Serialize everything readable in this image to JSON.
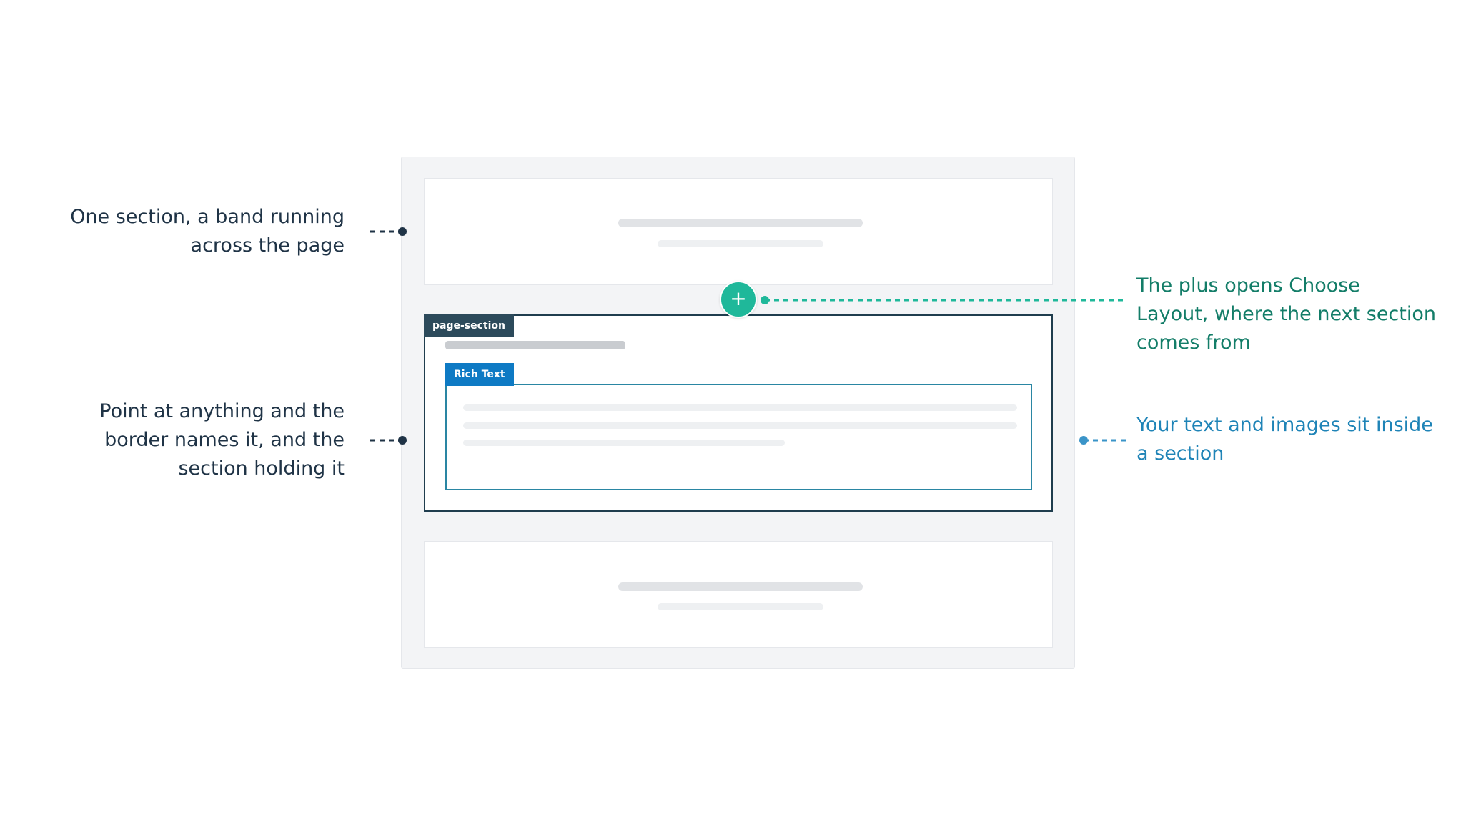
{
  "canvas": {
    "section_tag": "page-section",
    "rich_text_tag": "Rich Text",
    "add_button": "+"
  },
  "callouts": {
    "section": "One section, a band running across the page",
    "hover": "Point at anything and the border names it, and the section holding it",
    "plus": "The plus opens Choose Layout, where the next section comes from",
    "content": "Your text and images sit inside a section"
  },
  "colors": {
    "navy": "#1f3d4e",
    "teal": "#1fb89a",
    "blue": "#0e7ac4",
    "gray_bg": "#f3f4f6"
  }
}
